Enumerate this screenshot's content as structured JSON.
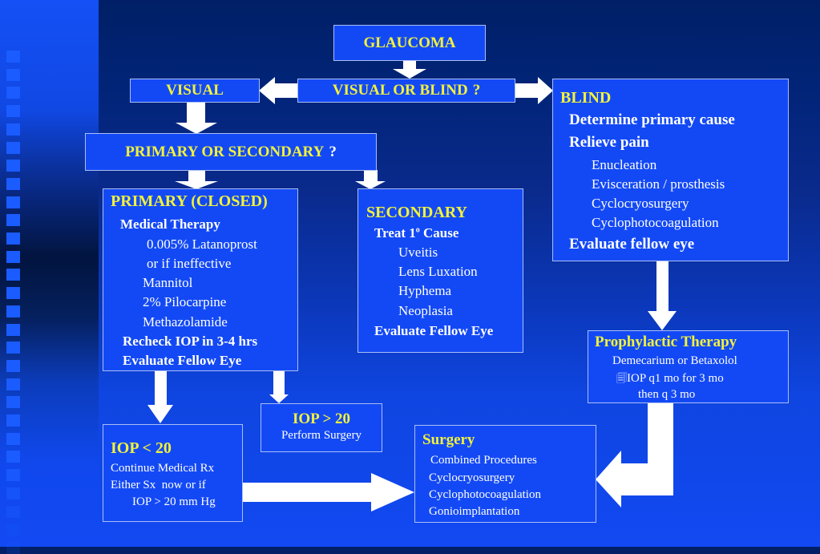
{
  "diagram": {
    "title": "GLAUCOMA",
    "decision1": {
      "label": "VISUAL OR BLIND",
      "qmark": "?"
    },
    "visual": "VISUAL",
    "decision2": {
      "label": "PRIMARY OR SECONDARY",
      "qmark": "?"
    },
    "blind": {
      "title": "BLIND",
      "bold_items": [
        "Determine primary cause",
        "Relieve pain"
      ],
      "sub_items": [
        "Enucleation",
        "Evisceration / prosthesis",
        "Cyclocryosurgery",
        "Cyclophotocoagulation"
      ],
      "footer": "Evaluate fellow eye"
    },
    "primary": {
      "title": "PRIMARY (CLOSED)",
      "heading": "Medical Therapy",
      "sub_items": [
        "0.005% Latanoprost",
        "or if ineffective",
        "Mannitol",
        "2% Pilocarpine",
        "Methazolamide"
      ],
      "footer_items": [
        "Recheck IOP in 3-4 hrs",
        "Evaluate Fellow Eye"
      ]
    },
    "secondary": {
      "title": "SECONDARY",
      "heading_pre": "Treat 1",
      "heading_sup": "o",
      "heading_post": " Cause",
      "sub_items": [
        "Uveitis",
        "Lens Luxation",
        "Hyphema",
        "Neoplasia"
      ],
      "footer": "Evaluate Fellow Eye"
    },
    "prophylactic": {
      "title": "Prophylactic Therapy",
      "lines": [
        "Demecarium or Betaxolol",
        "IOP q1 mo for 3 mo",
        "then q 3 mo"
      ],
      "bullet_icon": "document-icon",
      "bullet_glyph": "🗐"
    },
    "iop_high": {
      "title": "IOP > 20",
      "text": "Perform Surgery"
    },
    "iop_low": {
      "title": "IOP < 20",
      "lines": [
        "Continue Medical Rx",
        "Either Sx  now or if",
        "IOP > 20 mm Hg"
      ]
    },
    "surgery": {
      "title": "Surgery",
      "lines": [
        "Combined Procedures",
        "Cyclocryosurgery",
        "Cyclophotocoagulation",
        "Gonioimplantation"
      ]
    }
  }
}
